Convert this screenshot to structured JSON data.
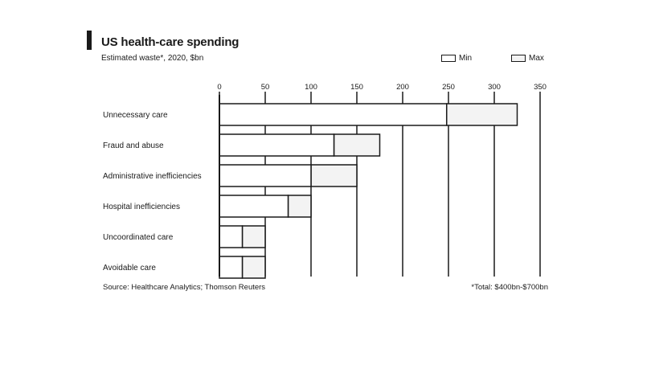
{
  "title": "US health-care spending",
  "subtitle": "Estimated waste*, 2020, $bn",
  "legend": {
    "low_label": "Min",
    "high_label": "Max"
  },
  "source": "Source: Healthcare Analytics; Thomson Reuters",
  "footnote": "*Total: $400bn-$700bn",
  "colors": {
    "ink": "#1a1a1a",
    "low_fill": "#ffffff",
    "high_fill": "#f3f3f3"
  },
  "chart_data": {
    "type": "bar",
    "orientation": "horizontal",
    "title": "US health-care spending",
    "subtitle": "Estimated waste*, 2020, $bn",
    "xlim": [
      0,
      350
    ],
    "x_ticks": [
      0,
      50,
      100,
      150,
      200,
      250,
      300,
      350
    ],
    "x_tick_labels": [
      "0",
      "50",
      "100",
      "150",
      "200",
      "250",
      "300",
      "350"
    ],
    "grid": true,
    "legend_position": "top-right",
    "categories": [
      "Unnecessary care",
      "Fraud and abuse",
      "Administrative inefficiencies",
      "Hospital inefficiencies",
      "Uncoordinated care",
      "Avoidable care"
    ],
    "series": [
      {
        "name": "Min",
        "values": [
          248,
          125,
          100,
          75,
          25,
          25
        ]
      },
      {
        "name": "Max",
        "values": [
          325,
          175,
          150,
          100,
          50,
          50
        ]
      }
    ]
  }
}
